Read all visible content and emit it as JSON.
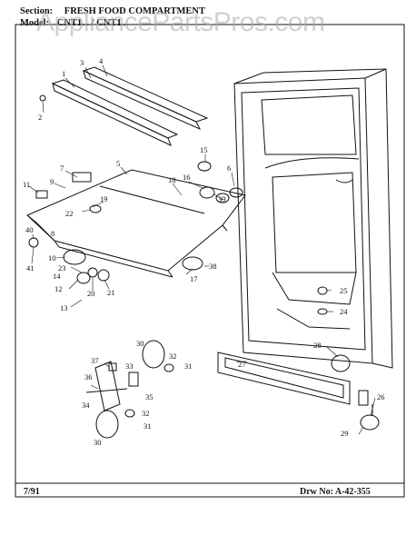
{
  "header": {
    "section_label": "Section:",
    "section_value": "FRESH FOOD COMPARTMENT",
    "model_label": "Model:",
    "model_value": "CNT1... / CNT1..."
  },
  "watermark": "AppliancePartsPros.com",
  "footer": {
    "date": "7/91",
    "drawing_no": "Drw No: A-42-355"
  },
  "callouts": [
    "1",
    "2",
    "3",
    "4",
    "5",
    "6",
    "7",
    "8",
    "9",
    "10",
    "11",
    "12",
    "13",
    "14",
    "15",
    "16",
    "17",
    "18",
    "19",
    "20",
    "21",
    "22",
    "23",
    "24",
    "25",
    "26",
    "27",
    "28",
    "29",
    "30",
    "30",
    "31",
    "31",
    "32",
    "32",
    "33",
    "34",
    "35",
    "36",
    "37",
    "38",
    "39",
    "40",
    "41"
  ],
  "colors": {
    "ink": "#111111",
    "watermark": "#aaaaaa"
  }
}
